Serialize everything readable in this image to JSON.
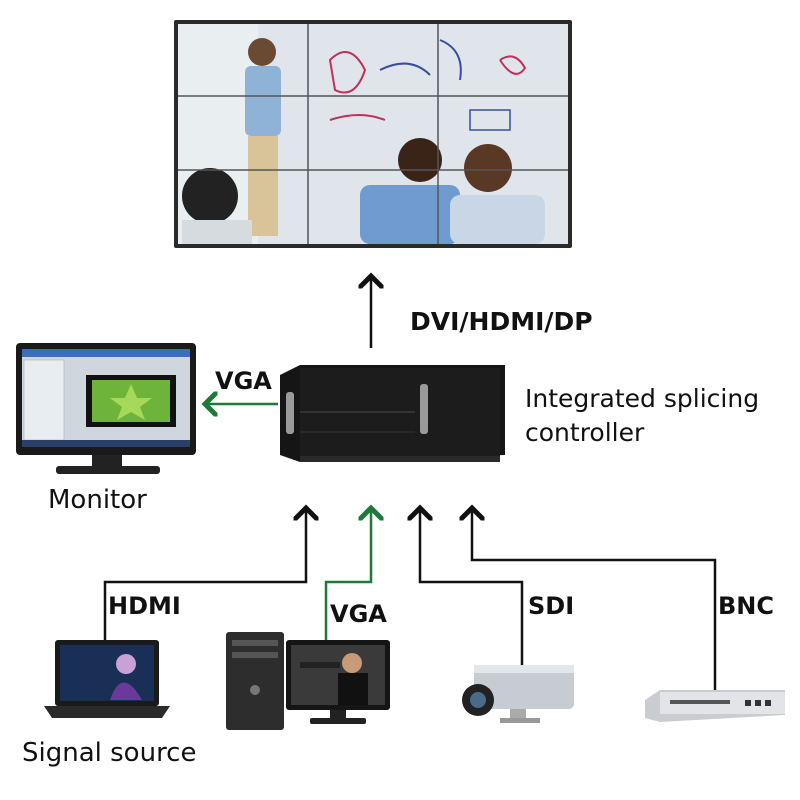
{
  "labels": {
    "output_link": "DVI/HDMI/DP",
    "monitor_link": "VGA",
    "controller_line1": "Integrated splicing",
    "controller_line2": "controller",
    "monitor": "Monitor",
    "hdmi": "HDMI",
    "vga": "VGA",
    "sdi": "SDI",
    "bnc": "BNC",
    "signal_source": "Signal source"
  },
  "colors": {
    "line": "#111111",
    "vga_line": "#1f7a3a",
    "screen_bg": "#cfd8de",
    "bezel": "#1b1b1b",
    "controller": "#141414"
  },
  "icons": {
    "video_wall": "video-wall-icon",
    "monitor": "monitor-icon",
    "controller": "splicing-controller-icon",
    "laptop": "laptop-icon",
    "desktop": "desktop-pc-icon",
    "camera": "security-camera-icon",
    "dvd": "dvd-player-icon"
  }
}
